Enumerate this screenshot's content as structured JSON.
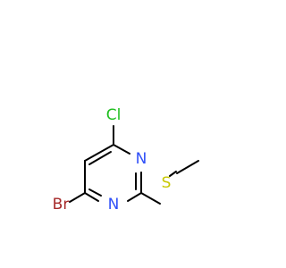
{
  "molecule": {
    "atoms": {
      "chlorine": "Cl",
      "bromine": "Br",
      "sulfur": "S",
      "nitrogen_top": "N",
      "nitrogen_bottom": "N"
    },
    "colors": {
      "bond": "#000000",
      "chlorine": "#1fbf1f",
      "bromine": "#a62929",
      "sulfur": "#c8c800",
      "nitrogen": "#3050f8"
    }
  }
}
